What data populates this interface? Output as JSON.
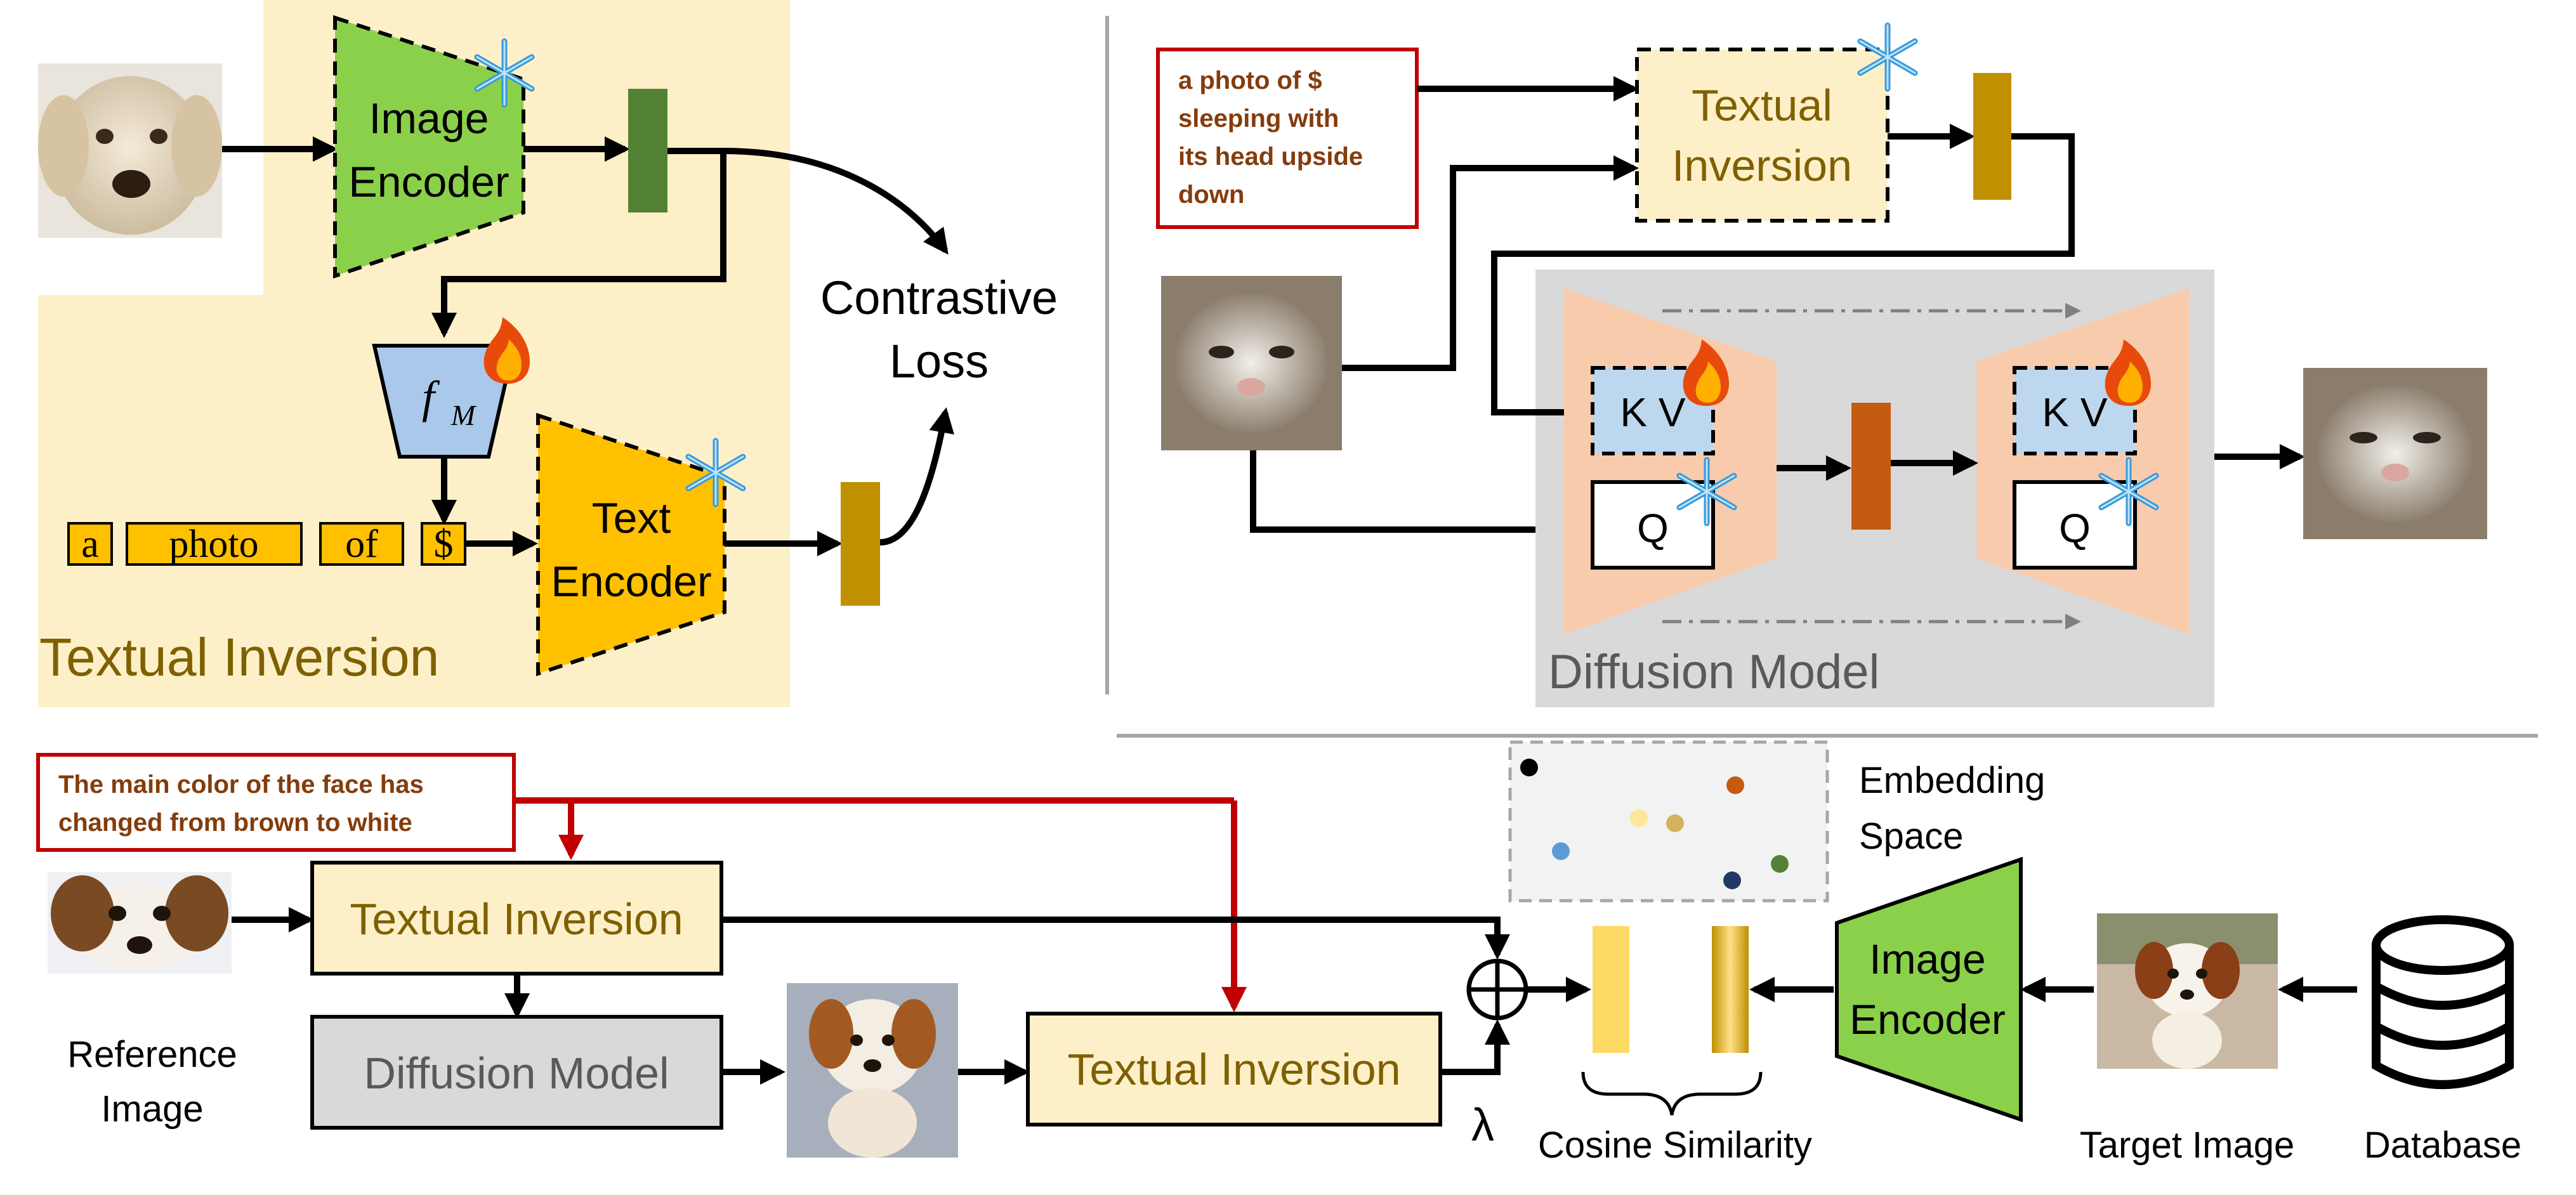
{
  "top_left": {
    "image_encoder": [
      "Image",
      "Encoder"
    ],
    "f_m": "f",
    "f_m_sub": "M",
    "text_encoder": [
      "Text",
      "Encoder"
    ],
    "tokens": [
      "a",
      "photo",
      "of",
      "$"
    ],
    "contrastive_loss": [
      "Contrastive",
      "Loss"
    ],
    "section_label": "Textual Inversion"
  },
  "top_right": {
    "prompt": [
      "a photo of $",
      "sleeping with",
      "its head upside",
      "down"
    ],
    "textual_inversion": [
      "Textual",
      "Inversion"
    ],
    "kv": "K V",
    "q": "Q",
    "diffusion_label": "Diffusion Model"
  },
  "bottom": {
    "edit_text": [
      "The main color of the face has",
      "changed from brown to white"
    ],
    "textual_inversion_1": "Textual Inversion",
    "diffusion_model": "Diffusion Model",
    "textual_inversion_2": "Textual Inversion",
    "reference_image": [
      "Reference",
      "Image"
    ],
    "lambda": "λ",
    "cosine_similarity": "Cosine Similarity",
    "embedding_space": [
      "Embedding",
      "Space"
    ],
    "image_encoder": [
      "Image",
      "Encoder"
    ],
    "target_image": "Target Image",
    "database": "Database"
  },
  "colors": {
    "textual_inversion_bg": "#fdf0c8",
    "image_encoder_green": "#8bd04a",
    "text_encoder_yellow": "#ffc000",
    "f_m_blue": "#a9c8ea",
    "kv_blue": "#bdd7ee",
    "diffusion_gray": "#d9d9d9",
    "unet_peach": "#f8cbad",
    "red_edit": "#c00000",
    "label_olive": "#7f6000",
    "embed_green": "#548235",
    "embed_gold": "#bf9000",
    "latent_orange": "#c55a11"
  },
  "icons": {
    "freeze": "snowflake-icon",
    "trainable": "flame-icon",
    "sum": "circle-plus-icon",
    "database": "database-icon"
  }
}
